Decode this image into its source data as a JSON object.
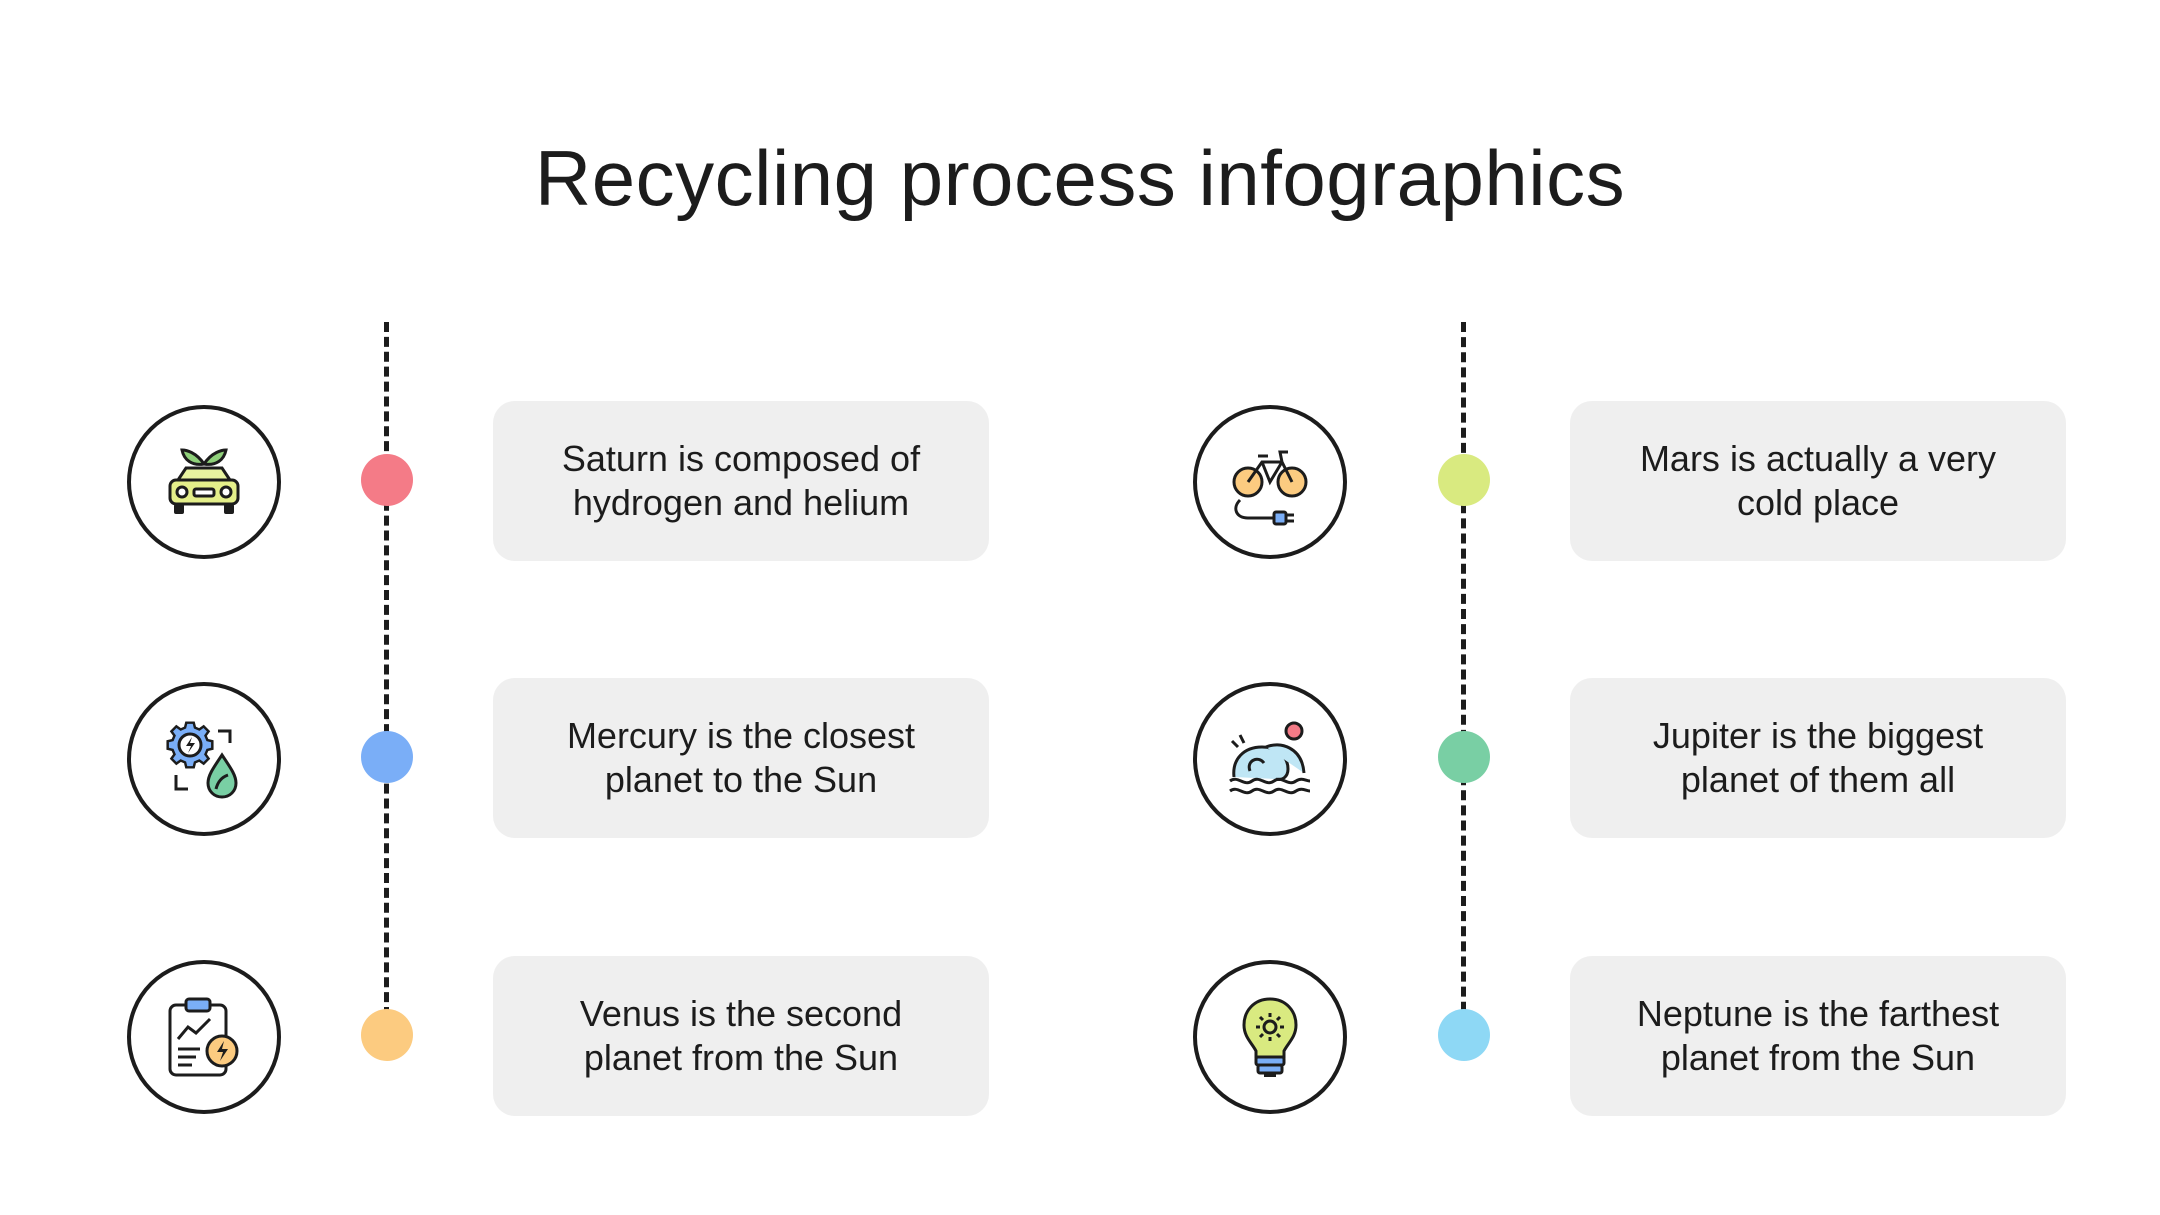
{
  "title": "Recycling process infographics",
  "items": [
    {
      "text": "Saturn is composed of\nhydrogen and helium",
      "dot_color": "#f47b87",
      "icon": "electric-car-icon"
    },
    {
      "text": "Mercury is the closest\nplanet to the Sun",
      "dot_color": "#7aaef7",
      "icon": "green-energy-gear-icon"
    },
    {
      "text": "Venus is the second\nplanet from the Sun",
      "dot_color": "#fccb80",
      "icon": "energy-report-clipboard-icon"
    },
    {
      "text": "Mars is actually a very\ncold place",
      "dot_color": "#d9ea80",
      "icon": "electric-bicycle-icon"
    },
    {
      "text": "Jupiter is the biggest\nplanet of them all",
      "dot_color": "#79cfa4",
      "icon": "ocean-waves-icon"
    },
    {
      "text": "Neptune is the farthest\nplanet from the Sun",
      "dot_color": "#8ed8f5",
      "icon": "light-bulb-icon"
    }
  ]
}
